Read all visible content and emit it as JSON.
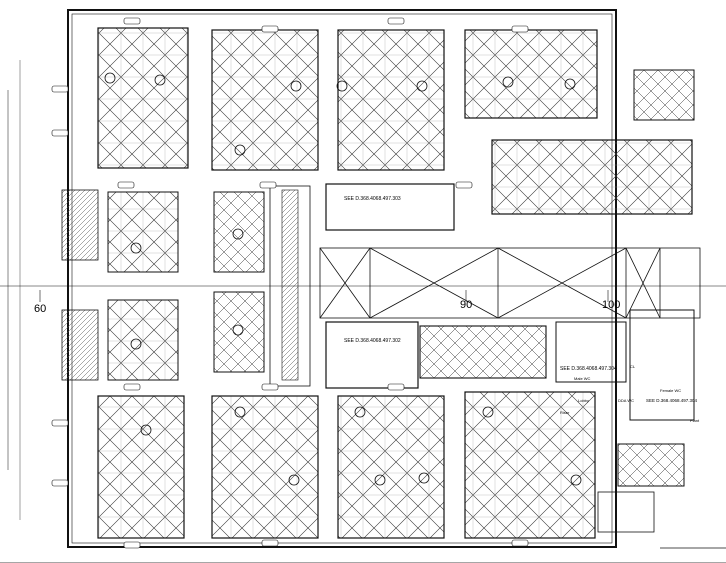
{
  "drawing": {
    "grid_labels": {
      "g60": "60",
      "g90": "90",
      "g100": "100"
    },
    "see_notes": {
      "note_top": "SEE  D.368.4068.497.303",
      "note_mid": "SEE  D.368.4068.497.302",
      "note_right": "SEE  D.368.4068.497.304",
      "note_right_lower": "SEE  D.368.4068.497.304"
    },
    "room_labels": {
      "male_wc": "Male WC",
      "female_wc": "Female WC",
      "dda_wc": "DDA WC",
      "cl": "CL",
      "plant": "Plant",
      "riser": "Riser",
      "lobby": "Lobby"
    },
    "line_color": "#1a1a1a"
  }
}
